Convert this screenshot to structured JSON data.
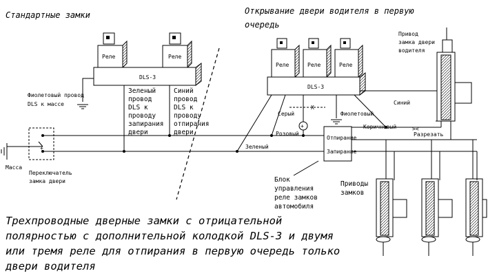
{
  "headings": {
    "standard": "Стандартные замки",
    "driver_first_line1": "Открывание двери водителя в первую",
    "driver_first_line2": "очередь"
  },
  "left_unit": {
    "relay1": "Реле",
    "relay2": "Реле",
    "module": "DLS-3",
    "violet_line1": "Фиолетовый провод",
    "violet_line2": "DLS к массе",
    "green_desc": [
      "Зеленый",
      "провод",
      "DLS к",
      "проводу",
      "запирания",
      "двери"
    ],
    "blue_desc": [
      "Синий",
      "провод",
      "DLS к",
      "проводу",
      "отпирания",
      "двери"
    ],
    "mass": "Масса",
    "switch_line1": "Переключатель",
    "switch_line2": "замка двери"
  },
  "right_unit": {
    "relays": [
      "Реле",
      "Реле",
      "Реле"
    ],
    "module": "DLS-3",
    "gray": "Серый",
    "violet": "Фиолетовый",
    "blue": "Синий",
    "pink": "Розовый",
    "brown": "Коричневый",
    "cut": "Разрезать",
    "green": "Зеленый",
    "driver_actuator_line1": "Привод",
    "driver_actuator_line2": "замка двери",
    "driver_actuator_line3": "водителя"
  },
  "control_block": {
    "unlock": "Отпирание",
    "lock": "Запирание",
    "desc": [
      "Блок",
      "управления",
      "реле замков",
      "автомобиля"
    ]
  },
  "actuators_label_line1": "Приводы",
  "actuators_label_line2": "замков",
  "caption": [
    "Трехпроводные дверные замки с отрицательной",
    "полярностью с дополнительной колодкой DLS-3 и двумя",
    "или тремя реле для отпирания в первую очередь только",
    "двери водителя"
  ]
}
